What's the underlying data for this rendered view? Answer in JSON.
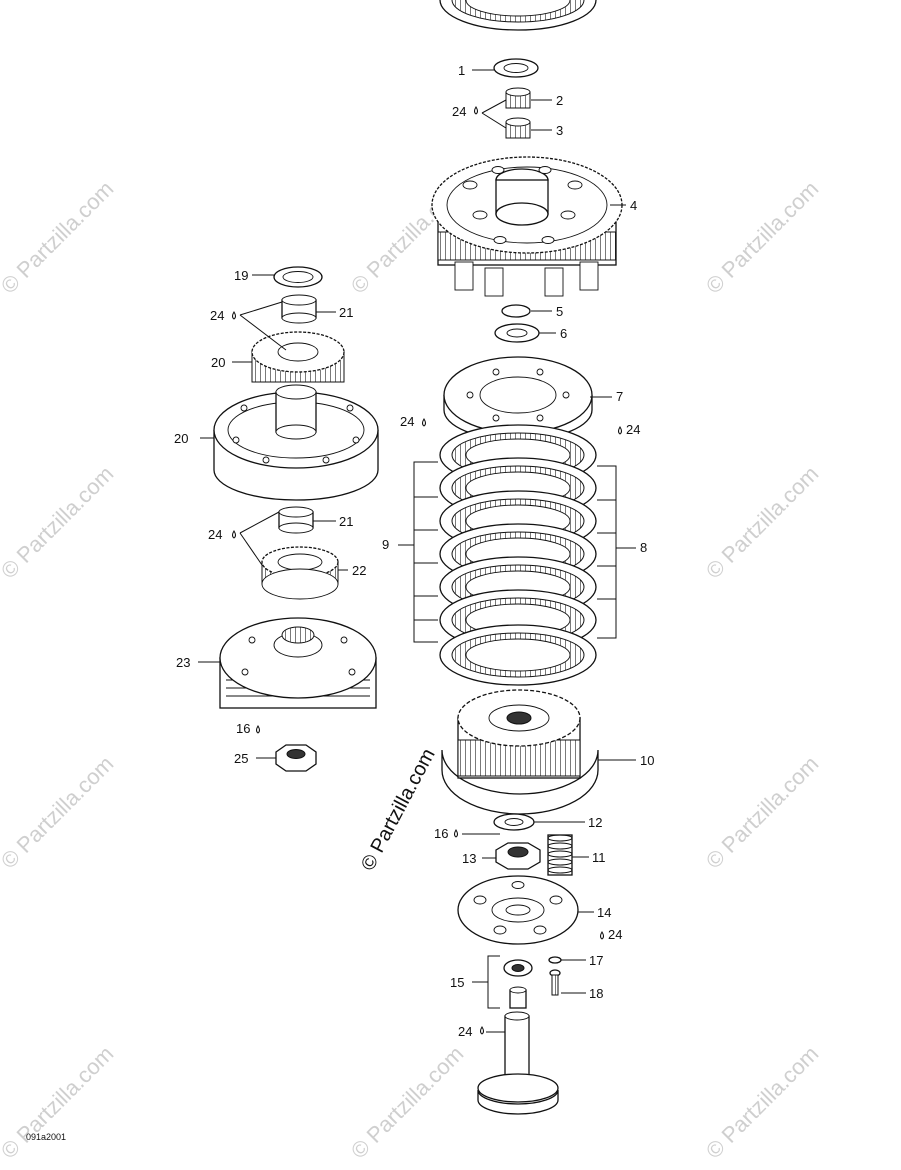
{
  "diagram_code": "091a2001",
  "watermark_text": "© Partzilla.com",
  "callouts": [
    "1",
    "2",
    "3",
    "4",
    "5",
    "6",
    "7",
    "8",
    "9",
    "10",
    "11",
    "12",
    "13",
    "14",
    "15",
    "16",
    "17",
    "18",
    "19",
    "20",
    "21",
    "22",
    "23",
    "24",
    "25"
  ]
}
